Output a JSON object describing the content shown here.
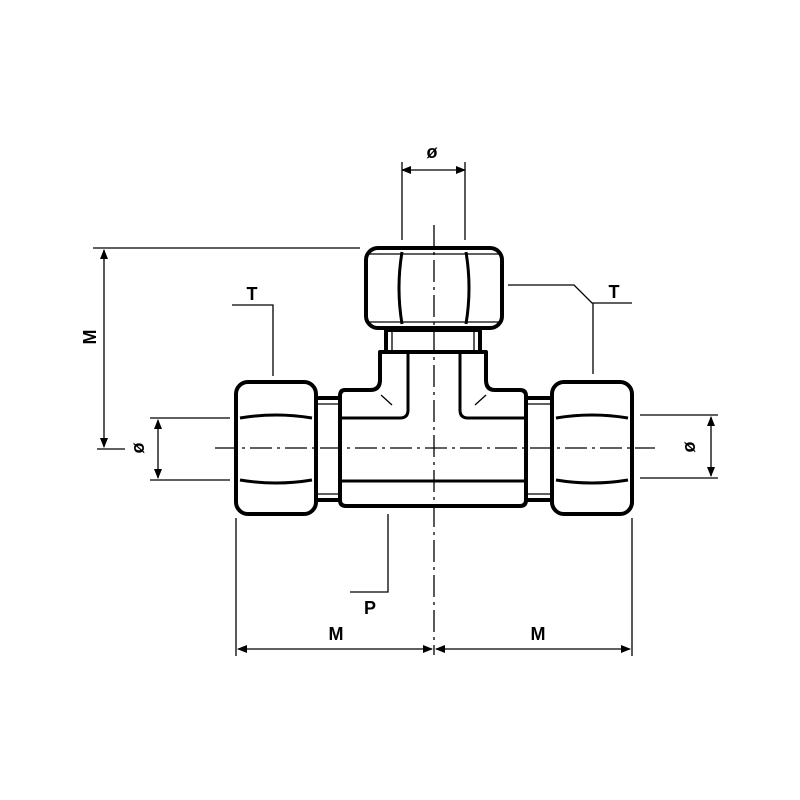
{
  "drawing": {
    "title": "Tee compression fitting technical drawing",
    "background": "#ffffff",
    "line_color": "#000000"
  },
  "labels": {
    "top_diameter": "ø",
    "left_diameter": "ø",
    "right_diameter": "ø",
    "left_thread": "T",
    "right_thread": "T",
    "height": "M",
    "bottom_left_length": "M",
    "bottom_right_length": "M",
    "port": "P"
  }
}
